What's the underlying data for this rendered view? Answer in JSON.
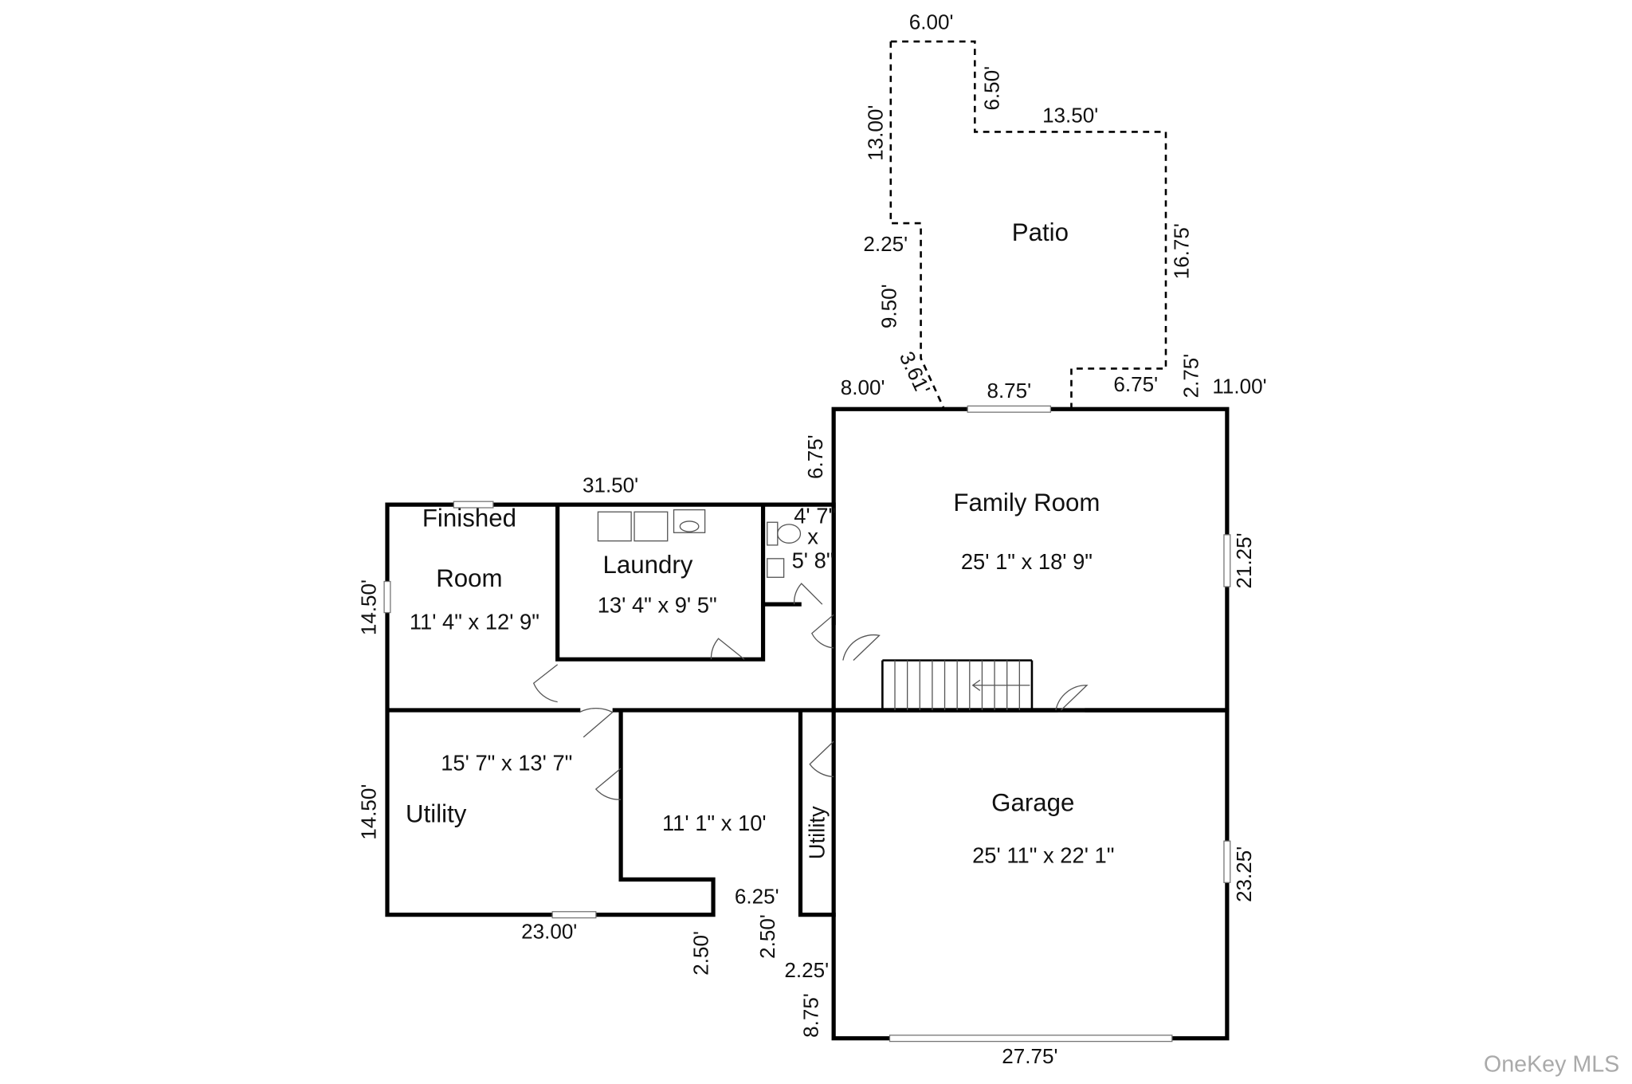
{
  "rooms": {
    "patio": {
      "name": "Patio"
    },
    "family_room": {
      "name": "Family Room",
      "size": "25' 1\" x 18' 9\""
    },
    "finished_room": {
      "name_line1": "Finished",
      "name_line2": "Room",
      "size": "11' 4\" x 12' 9\""
    },
    "laundry": {
      "name": "Laundry",
      "size": "13' 4\" x 9' 5\""
    },
    "bath": {
      "size_line1": "4' 7\"",
      "size_line2": "x",
      "size_line3": "5' 8\""
    },
    "utility": {
      "name": "Utility",
      "size": "15' 7\" x 13' 7\""
    },
    "storage": {
      "size": "11' 1\" x 10'"
    },
    "utility_strip": {
      "name": "Utility"
    },
    "garage": {
      "name": "Garage",
      "size": "25' 11\" x 22' 1\""
    }
  },
  "dimensions": {
    "patio_top": "6.00'",
    "patio_650": "6.50'",
    "patio_1350": "13.50'",
    "patio_1300": "13.00'",
    "patio_225": "2.25'",
    "patio_1675": "16.75'",
    "patio_950": "9.50'",
    "patio_361": "3.61'",
    "d_800": "8.00'",
    "d_875": "8.75'",
    "d_675": "6.75'",
    "d_275": "2.75'",
    "d_1100": "11.00'",
    "d_675_v": "6.75'",
    "d_3150": "31.50'",
    "d_2125": "21.25'",
    "d_1450_a": "14.50'",
    "d_1450_b": "14.50'",
    "d_2300": "23.00'",
    "d_250_a": "2.50'",
    "d_625": "6.25'",
    "d_250_b": "2.50'",
    "d_225": "2.25'",
    "d_875_v": "8.75'",
    "d_2325": "23.25'",
    "d_2775": "27.75'"
  },
  "watermark": "OneKey MLS"
}
